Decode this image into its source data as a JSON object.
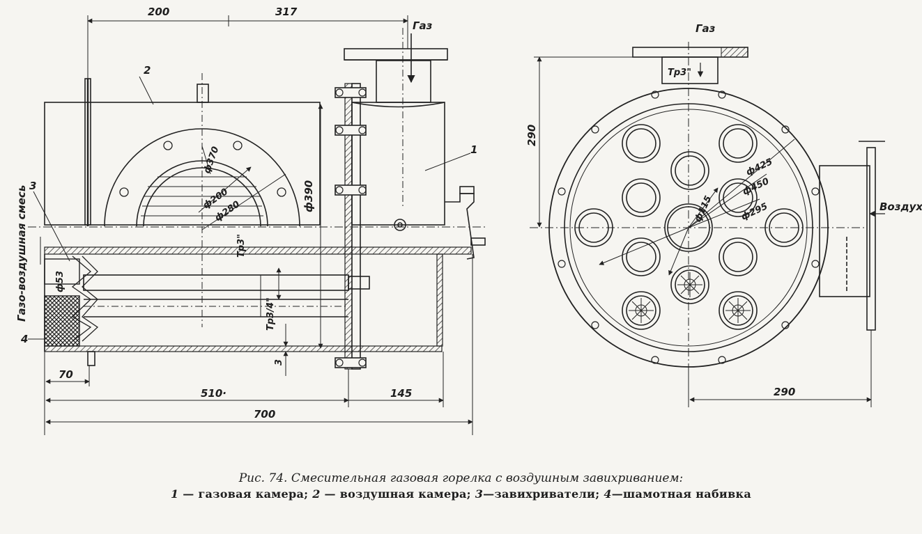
{
  "dimensions": {
    "d200": "200",
    "d317": "317",
    "d70": "70",
    "d510": "510·",
    "d145": "145",
    "d700": "700",
    "d290_vertical": "290",
    "d290_horizontal": "290",
    "d3": "3"
  },
  "diameters": {
    "phi370": "ф370",
    "phi390": "ф390",
    "phi200": "ф200",
    "phi280": "ф280",
    "phi53": "ф53",
    "phi115": "ф115",
    "phi425": "ф425",
    "phi450": "ф450",
    "phi295": "ф295"
  },
  "labels": {
    "gas_left": "Газ",
    "gas_right": "Газ",
    "air": "Воздух",
    "mixture": "Газо-воздушная смесь",
    "pipe3": "Тр3\"",
    "pipe3_right": "Тр3\"",
    "pipe_3_4": "Тр3/4\""
  },
  "part_numbers": {
    "p1": "1",
    "p2": "2",
    "p3": "3",
    "p4": "4"
  },
  "caption": {
    "title": "Рис. 74. Смесительная газовая горелка с воздушным завихриванием:",
    "n1": "1",
    "t1": " — газовая камера; ",
    "n2": "2",
    "t2": " — воздушная камера; ",
    "n3": "3",
    "t3": "—завихриватели; ",
    "n4": "4",
    "t4": "—шамотная набивка"
  }
}
